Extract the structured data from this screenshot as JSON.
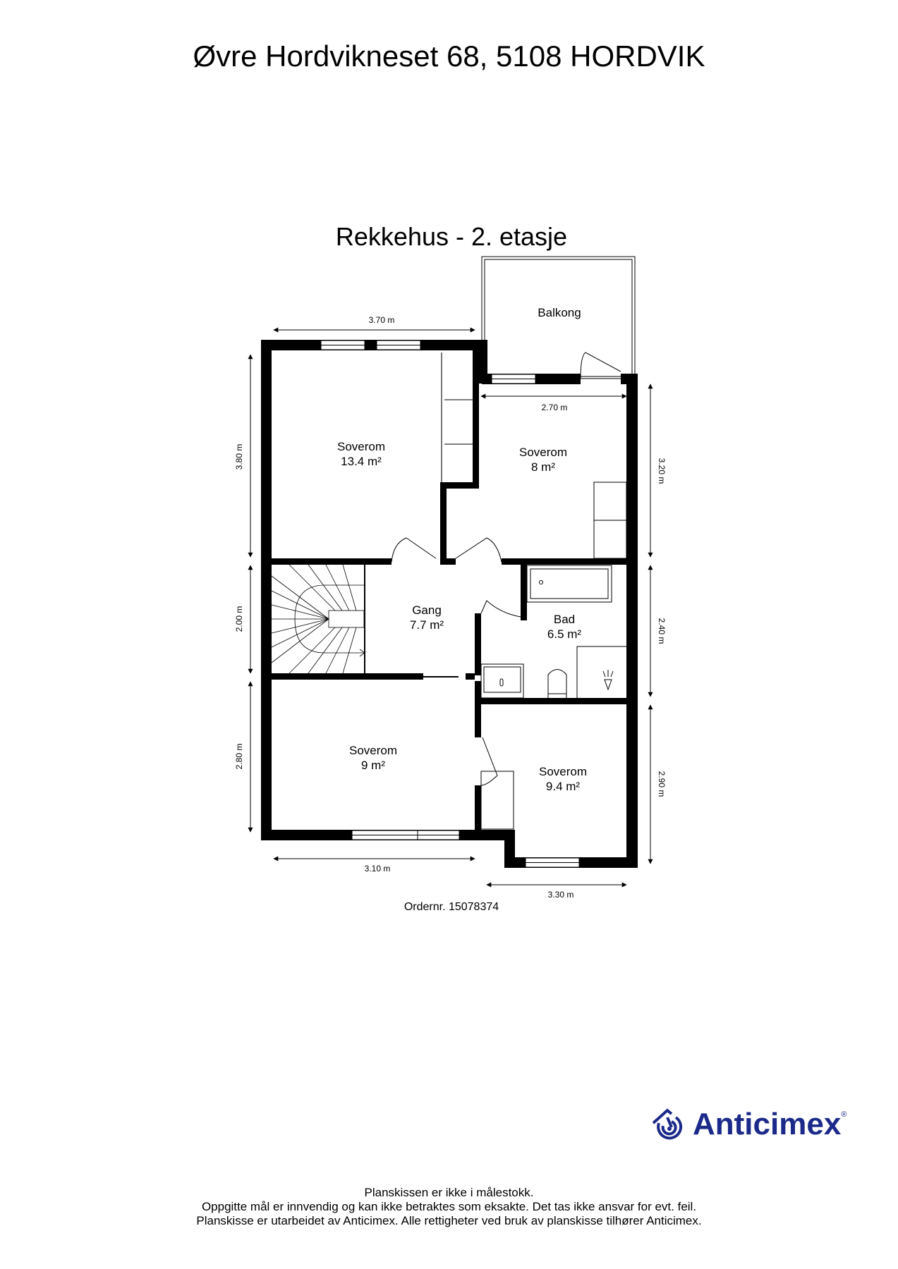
{
  "header": {
    "address": "Øvre Hordvikneset 68, 5108 HORDVIK",
    "floor_title": "Rekkehus - 2. etasje"
  },
  "rooms": [
    {
      "name": "Balkong",
      "area": ""
    },
    {
      "name": "Soverom",
      "area": "13.4 m²"
    },
    {
      "name": "Soverom",
      "area": "8 m²"
    },
    {
      "name": "Gang",
      "area": "7.7 m²"
    },
    {
      "name": "Bad",
      "area": "6.5 m²"
    },
    {
      "name": "Soverom",
      "area": "9 m²"
    },
    {
      "name": "Soverom",
      "area": "9.4 m²"
    }
  ],
  "dimensions": {
    "top_left_width": "3.70 m",
    "top_right_width": "2.70 m",
    "left_upper_height": "3.80 m",
    "left_middle_height": "2.00 m",
    "left_lower_height": "2.80 m",
    "right_upper_height": "3.20 m",
    "right_middle_height": "2.40 m",
    "right_lower_height": "2.90 m",
    "bottom_left_width": "3.10 m",
    "bottom_right_width": "3.30 m"
  },
  "order_number": "Ordernr. 15078374",
  "logo": {
    "name": "Anticimex",
    "registered": "®",
    "icon": "anticimex-house-spiral-icon",
    "color": "#1b2a8a"
  },
  "disclaimer": {
    "line1": "Planskissen er ikke i målestokk.",
    "line2": "Oppgitte mål er innvendig og kan ikke betraktes som eksakte. Det tas ikke ansvar for evt. feil.",
    "line3": "Planskisse er utarbeidet av Anticimex. Alle rettigheter ved bruk av planskisse tilhører Anticimex."
  }
}
